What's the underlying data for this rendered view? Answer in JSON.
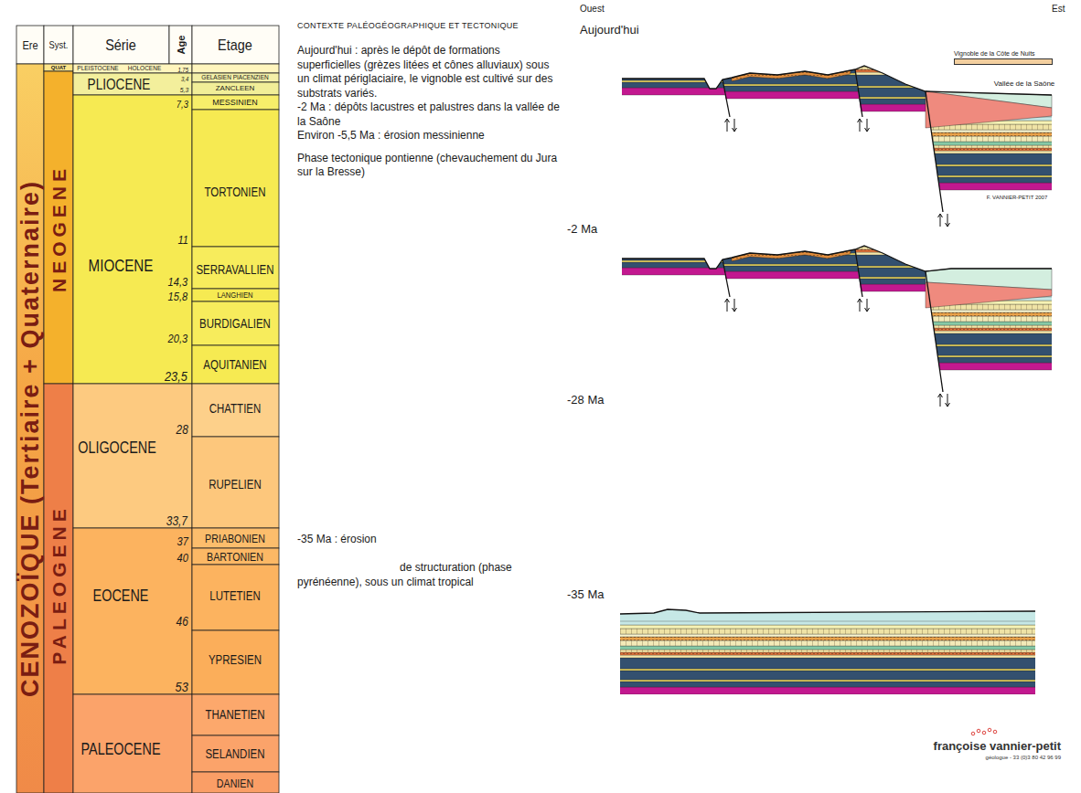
{
  "diagram": {
    "title": "CONTEXTE PALÉOGÉOGRAPHIQUE ET TECTONIQUE",
    "labels": [
      "Ere",
      "Syst.",
      "Série",
      "Age",
      "Etage",
      "CENOZOÏQUE (Tertiaire + Quaternaire)",
      "QUAT",
      "NEOGENE",
      "PALEOGENE",
      "PLEISTOCENE",
      "HOLOCENE",
      "PLIOCENE",
      "MIOCENE",
      "OLIGOCENE",
      "EOCENE",
      "PALEOCENE",
      "1,75",
      "3,4",
      "5,3",
      "7,3",
      "11",
      "14,3",
      "15,8",
      "20,3",
      "23,5",
      "28",
      "33,7",
      "37",
      "40",
      "46",
      "53",
      "GELASIEN PIACENZIEN",
      "ZANCLEEN",
      "MESSINIEN",
      "TORTONIEN",
      "SERRAVALLIEN",
      "LANGHIEN",
      "BURDIGALIEN",
      "AQUITANIEN",
      "CHATTIEN",
      "RUPELIEN",
      "PRIABONIEN",
      "BARTONIEN",
      "LUTETIEN",
      "YPRESIEN",
      "THANETIEN",
      "SELANDIEN",
      "DANIEN",
      "Aujourd'hui : après le dépôt de formations superficielles (grèzes litées et cônes alluviaux) sous un climat périglaciaire, le vignoble est cultivé sur des substrats variés.",
      "-2 Ma : dépôts lacustres et palustres dans la vallée de la Saône",
      "Environ -5,5 Ma : érosion messinienne",
      "Phase tectonique pontienne (chevauchement du Jura sur la Bresse)",
      "-35 Ma : érosion",
      "de structuration (phase pyrénéenne), sous un climat tropical",
      "Ouest",
      "Est",
      "Aujourd'hui",
      "Vallée de la Saône",
      "F. VANNIER-PETIT 2007",
      "-2 Ma",
      "-28 Ma",
      "-35 Ma",
      "françoise vannier-petit",
      "géologue - 33 (0)3 80 42 96 99"
    ],
    "legend": [
      {
        "text": "Vignoble de la Côte de Nuits",
        "color": "#f3cf9f"
      }
    ]
  }
}
